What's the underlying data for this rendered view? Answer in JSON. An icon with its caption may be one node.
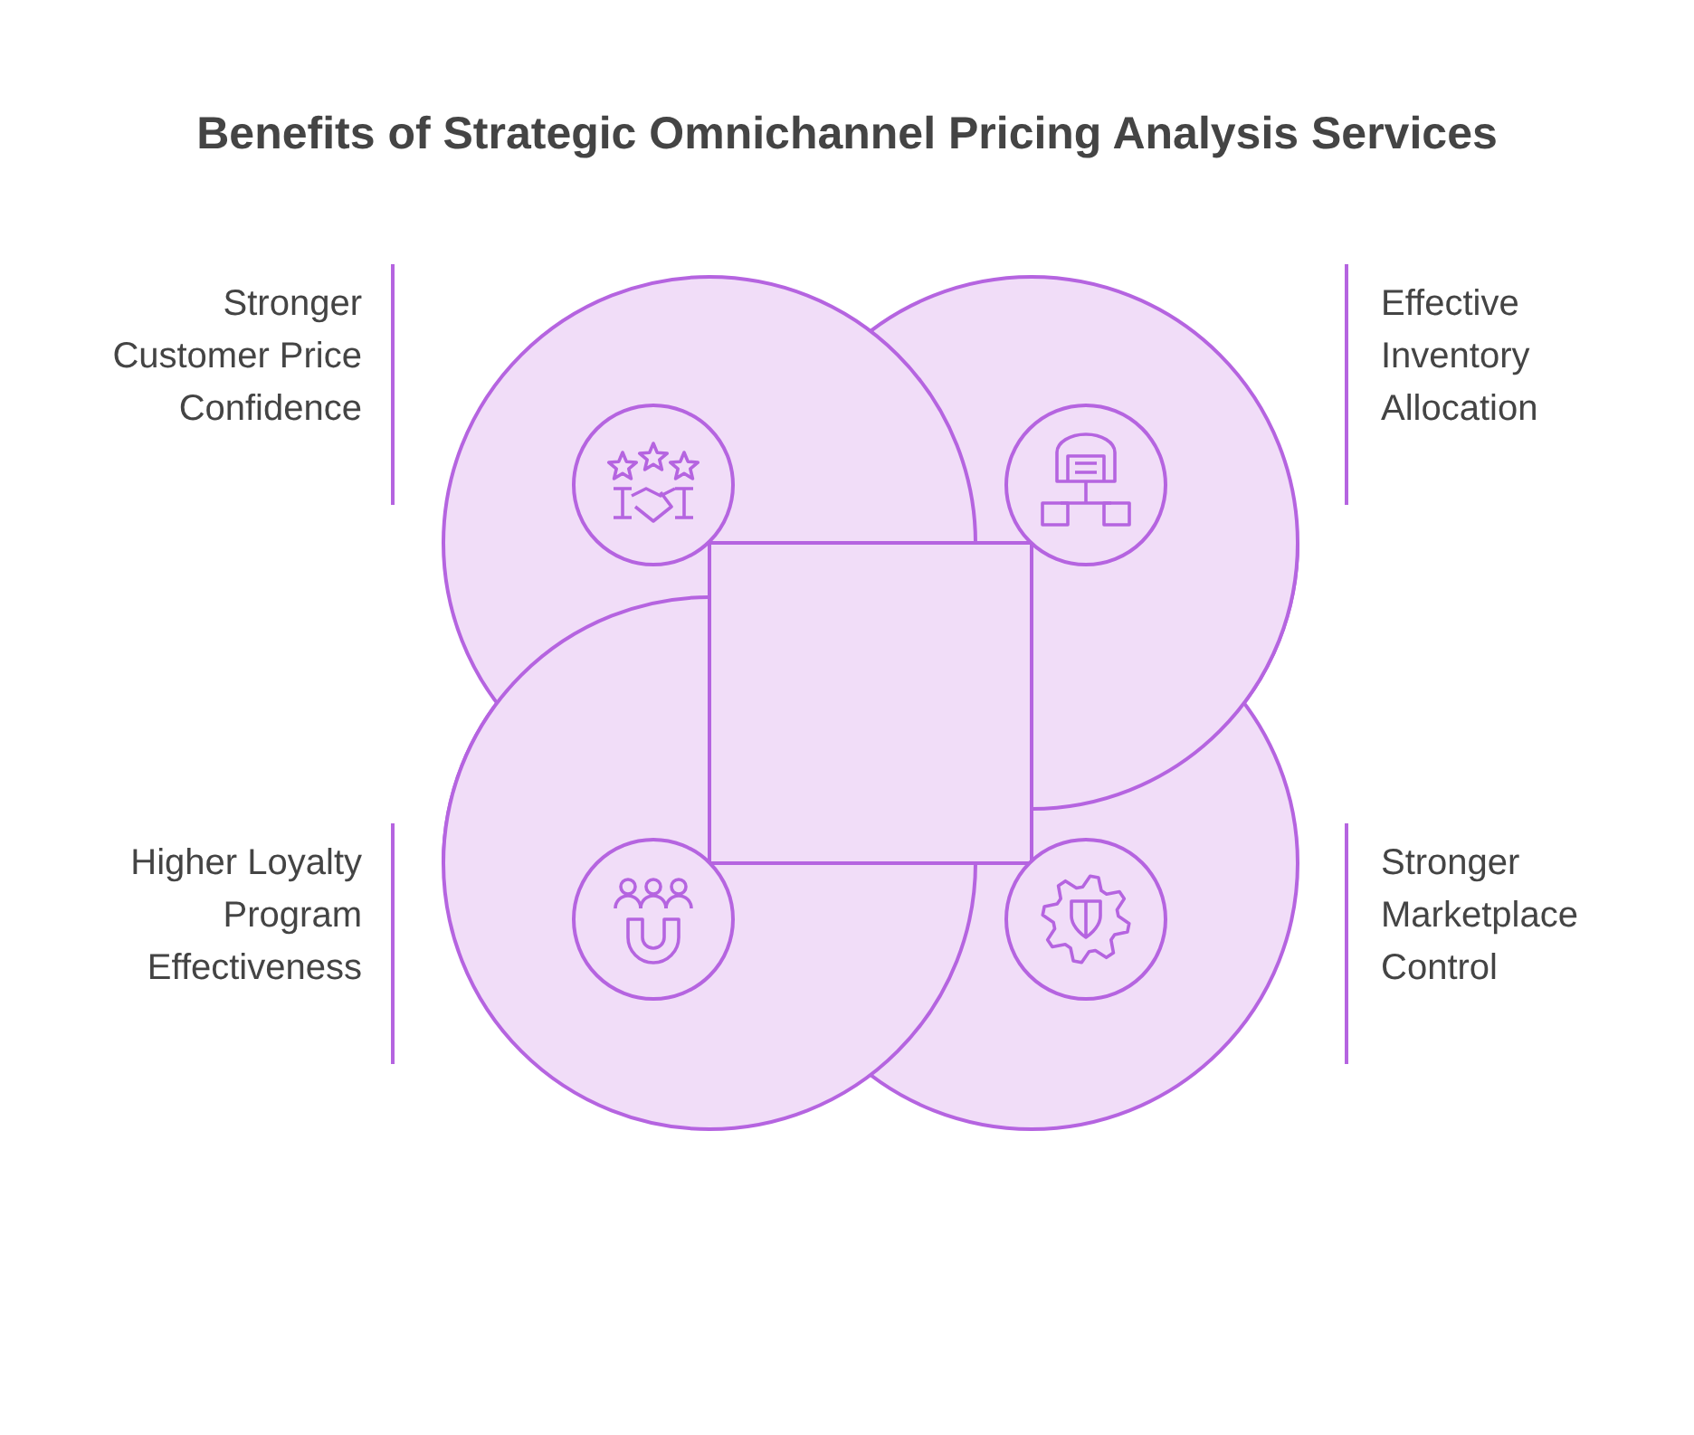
{
  "diagram": {
    "title": "Benefits of Strategic Omnichannel Pricing Analysis Services",
    "labels": [
      "Stronger Customer Price Confidence",
      "Effective Inventory Allocation",
      "Higher Loyalty Program Effectiveness",
      "Stronger Marketplace Control"
    ]
  }
}
